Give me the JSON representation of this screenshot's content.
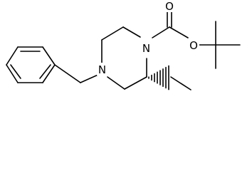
{
  "molecule": {
    "atoms": {
      "n1": "N",
      "n4": "N",
      "carbonyl_o": "O",
      "ester_o": "O"
    },
    "stereo_bond": "hashed-wedge"
  }
}
